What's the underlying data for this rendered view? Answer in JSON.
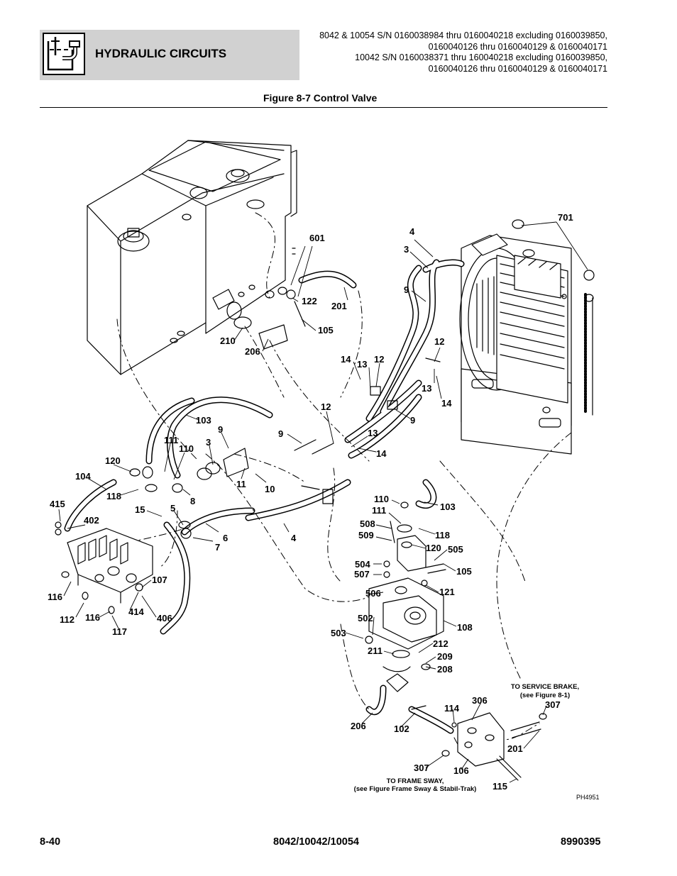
{
  "header": {
    "section_title": "HYDRAULIC CIRCUITS",
    "icon": "hydraulic-tank-icon",
    "serial_lines": [
      "8042 & 10054 S/N 0160038984 thru 0160040218 excluding 0160039850,",
      "0160040126 thru 0160040129 & 0160040171",
      "10042 S/N 0160038371 thru 160040218 excluding 0160039850,",
      "0160040126 thru 0160040129 & 0160040171"
    ]
  },
  "figure": {
    "title": "Figure 8-7 Control Valve",
    "photo_id": "PH4951",
    "notes": {
      "service_brake_1": "TO SERVICE BRAKE,",
      "service_brake_2": "(see Figure 8-1)",
      "frame_sway_1": "TO FRAME SWAY,",
      "frame_sway_2": "(see Figure Frame Sway & Stabil-Trak)"
    },
    "callouts": [
      {
        "id": "c701",
        "label": "701"
      },
      {
        "id": "c601",
        "label": "601"
      },
      {
        "id": "c4a",
        "label": "4"
      },
      {
        "id": "c3a",
        "label": "3"
      },
      {
        "id": "c9a",
        "label": "9"
      },
      {
        "id": "c122",
        "label": "122"
      },
      {
        "id": "c201a",
        "label": "201"
      },
      {
        "id": "c105a",
        "label": "105"
      },
      {
        "id": "c210",
        "label": "210"
      },
      {
        "id": "c206a",
        "label": "206"
      },
      {
        "id": "c12a",
        "label": "12"
      },
      {
        "id": "c14a",
        "label": "14"
      },
      {
        "id": "c13a",
        "label": "13"
      },
      {
        "id": "c12b",
        "label": "12"
      },
      {
        "id": "c13b",
        "label": "13"
      },
      {
        "id": "c14b",
        "label": "14"
      },
      {
        "id": "c9b",
        "label": "9"
      },
      {
        "id": "c12c",
        "label": "12"
      },
      {
        "id": "c103a",
        "label": "103"
      },
      {
        "id": "c9c",
        "label": "9"
      },
      {
        "id": "c9d",
        "label": "9"
      },
      {
        "id": "c13c",
        "label": "13"
      },
      {
        "id": "c14c",
        "label": "14"
      },
      {
        "id": "c111a",
        "label": "111"
      },
      {
        "id": "c110a",
        "label": "110"
      },
      {
        "id": "c3b",
        "label": "3"
      },
      {
        "id": "c120a",
        "label": "120"
      },
      {
        "id": "c104",
        "label": "104"
      },
      {
        "id": "c118a",
        "label": "118"
      },
      {
        "id": "c11",
        "label": "11"
      },
      {
        "id": "c10",
        "label": "10"
      },
      {
        "id": "c8",
        "label": "8"
      },
      {
        "id": "c415",
        "label": "415"
      },
      {
        "id": "c402",
        "label": "402"
      },
      {
        "id": "c15",
        "label": "15"
      },
      {
        "id": "c5",
        "label": "5"
      },
      {
        "id": "c6",
        "label": "6"
      },
      {
        "id": "c7",
        "label": "7"
      },
      {
        "id": "c4b",
        "label": "4"
      },
      {
        "id": "c110b",
        "label": "110"
      },
      {
        "id": "c111b",
        "label": "111"
      },
      {
        "id": "c103b",
        "label": "103"
      },
      {
        "id": "c508",
        "label": "508"
      },
      {
        "id": "c509",
        "label": "509"
      },
      {
        "id": "c118b",
        "label": "118"
      },
      {
        "id": "c120b",
        "label": "120"
      },
      {
        "id": "c505",
        "label": "505"
      },
      {
        "id": "c504",
        "label": "504"
      },
      {
        "id": "c507",
        "label": "507"
      },
      {
        "id": "c105b",
        "label": "105"
      },
      {
        "id": "c121",
        "label": "121"
      },
      {
        "id": "c506",
        "label": "506"
      },
      {
        "id": "c107",
        "label": "107"
      },
      {
        "id": "c116a",
        "label": "116"
      },
      {
        "id": "c414",
        "label": "414"
      },
      {
        "id": "c112",
        "label": "112"
      },
      {
        "id": "c116b",
        "label": "116"
      },
      {
        "id": "c406",
        "label": "406"
      },
      {
        "id": "c117",
        "label": "117"
      },
      {
        "id": "c502",
        "label": "502"
      },
      {
        "id": "c108",
        "label": "108"
      },
      {
        "id": "c503",
        "label": "503"
      },
      {
        "id": "c212",
        "label": "212"
      },
      {
        "id": "c211",
        "label": "211"
      },
      {
        "id": "c209",
        "label": "209"
      },
      {
        "id": "c208",
        "label": "208"
      },
      {
        "id": "c306",
        "label": "306"
      },
      {
        "id": "c307a",
        "label": "307"
      },
      {
        "id": "c114",
        "label": "114"
      },
      {
        "id": "c206b",
        "label": "206"
      },
      {
        "id": "c102",
        "label": "102"
      },
      {
        "id": "c201b",
        "label": "201"
      },
      {
        "id": "c307b",
        "label": "307"
      },
      {
        "id": "c106",
        "label": "106"
      },
      {
        "id": "c115",
        "label": "115"
      }
    ]
  },
  "footer": {
    "page_number": "8-40",
    "model": "8042/10042/10054",
    "doc_number": "8990395"
  }
}
